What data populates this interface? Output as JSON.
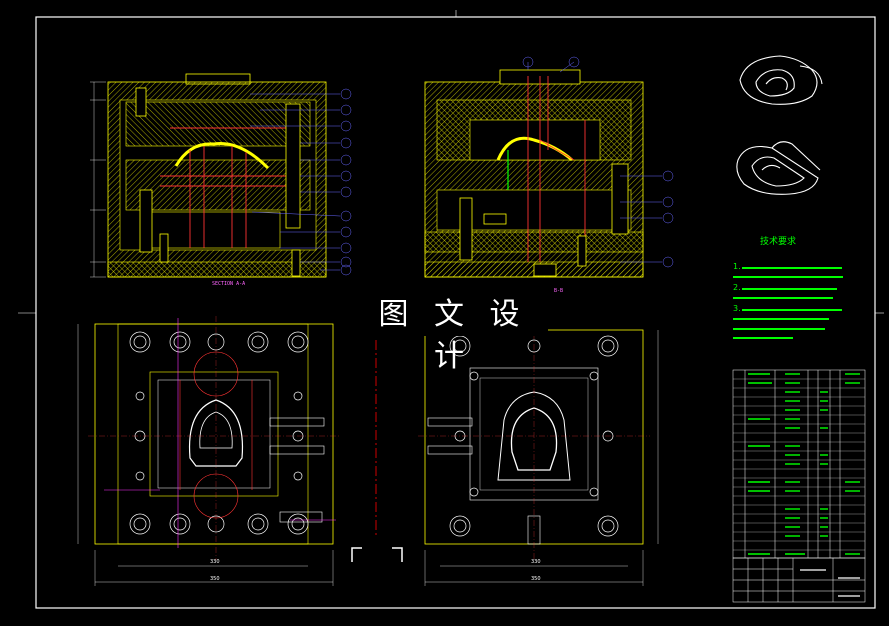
{
  "watermark": "图 文 设 计",
  "technical_requirements": {
    "title": "技术要求",
    "numbers": [
      "1.",
      "2.",
      "3."
    ]
  },
  "section_labels": {
    "left": "SECTION A-A",
    "right": "B-B"
  },
  "dimension_labels": {
    "left_width": "350",
    "right_width": "350",
    "inner_left": "330",
    "inner_right": "330"
  },
  "colors": {
    "background": "#000000",
    "border": "#ffffff",
    "mold_lines": "#ffff00",
    "cavity_lines": "#ff3333",
    "callouts": "#0000ff",
    "dimensions": "#ffffff",
    "technical_text": "#00ff00"
  }
}
